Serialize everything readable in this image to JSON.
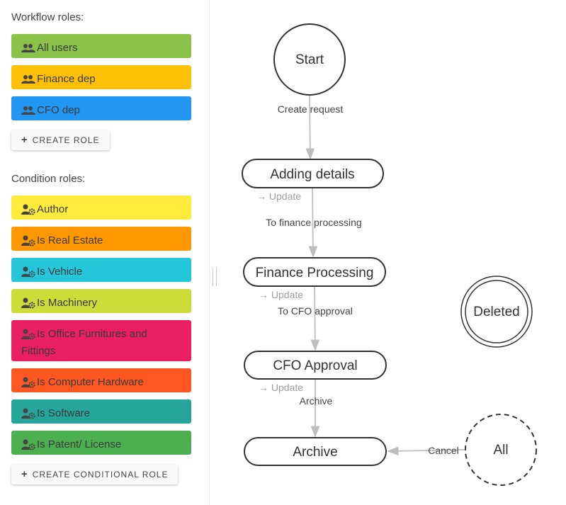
{
  "sidebar": {
    "workflow_title": "Workflow roles:",
    "workflow_roles": [
      {
        "label": "All users",
        "color": "#8bc34a"
      },
      {
        "label": "Finance dep",
        "color": "#ffc107"
      },
      {
        "label": "CFO dep",
        "color": "#2196f3"
      }
    ],
    "create_role_label": "CREATE ROLE",
    "condition_title": "Condition roles:",
    "condition_roles": [
      {
        "label": "Author",
        "color": "#ffeb3b"
      },
      {
        "label": "Is Real Estate",
        "color": "#ff9800"
      },
      {
        "label": "Is Vehicle",
        "color": "#26c6da"
      },
      {
        "label": "Is Machinery",
        "color": "#cddc39"
      },
      {
        "label": "Is Office Furnitures and Fittings",
        "color": "#e91e63"
      },
      {
        "label": "Is Computer Hardware",
        "color": "#ff5722"
      },
      {
        "label": "Is Software",
        "color": "#26a69a"
      },
      {
        "label": "Is Patent/ License",
        "color": "#4caf50"
      }
    ],
    "create_conditional_role_label": "CREATE CONDITIONAL ROLE"
  },
  "diagram": {
    "nodes": {
      "start": "Start",
      "adding_details": "Adding details",
      "finance_processing": "Finance Processing",
      "cfo_approval": "CFO Approval",
      "archive": "Archive",
      "deleted": "Deleted",
      "all": "All"
    },
    "edges": {
      "create_request": "Create request",
      "to_finance": "To finance processing",
      "to_cfo": "To CFO approval",
      "archive": "Archive",
      "cancel": "Cancel"
    },
    "self_updates": [
      "→ Update",
      "→ Update",
      "→ Update"
    ]
  },
  "icons": {
    "group": "group-icon",
    "person_gear": "person-gear-icon",
    "plus": "plus-icon"
  }
}
